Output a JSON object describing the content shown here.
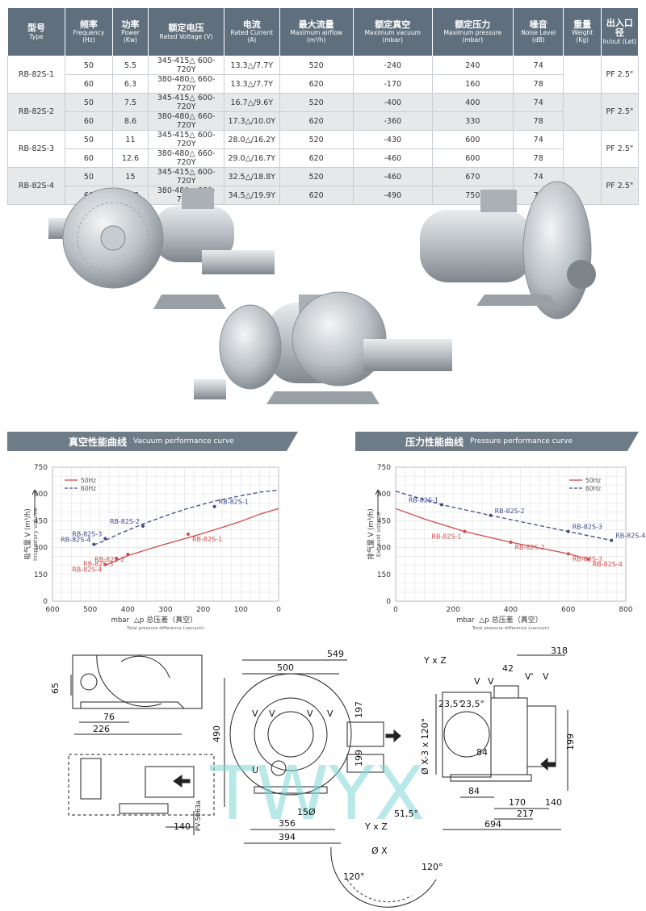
{
  "table": {
    "headers": [
      {
        "zh": "型号",
        "en": "Type"
      },
      {
        "zh": "频率",
        "en": "Frequency (Hz)"
      },
      {
        "zh": "功率",
        "en": "Power (Kw)"
      },
      {
        "zh": "额定电压",
        "en": "Rated Voltage (V)"
      },
      {
        "zh": "电流",
        "en": "Rated Current (A)"
      },
      {
        "zh": "最大流量",
        "en": "Maximum airflow (m³/h)"
      },
      {
        "zh": "额定真空",
        "en": "Maximum vacuum (mbar)"
      },
      {
        "zh": "额定压力",
        "en": "Maximum pressure (mbar)"
      },
      {
        "zh": "噪音",
        "en": "Noise Level (dB)"
      },
      {
        "zh": "重量",
        "en": "Weight (Kg)"
      },
      {
        "zh": "出入口径",
        "en": "In/out (Let)"
      }
    ],
    "models": [
      {
        "type": "RB-82S-1",
        "let": "PF 2.5\"",
        "rows": [
          [
            "50",
            "5.5",
            "345-415△ 600-720Y",
            "13.3△/7.7Y",
            "520",
            "-240",
            "240",
            "74"
          ],
          [
            "60",
            "6.3",
            "380-480△ 660-720Y",
            "13.3△/7.7Y",
            "620",
            "-170",
            "160",
            "78"
          ]
        ]
      },
      {
        "type": "RB-82S-2",
        "let": "PF 2.5\"",
        "rows": [
          [
            "50",
            "7.5",
            "345-415△ 600-720Y",
            "16.7△/9.6Y",
            "520",
            "-400",
            "400",
            "74"
          ],
          [
            "60",
            "8.6",
            "380-480△ 660-720Y",
            "17.3△/10.0Y",
            "620",
            "-360",
            "330",
            "78"
          ]
        ]
      },
      {
        "type": "RB-82S-3",
        "let": "PF 2.5\"",
        "rows": [
          [
            "50",
            "11",
            "345-415△ 600-720Y",
            "28.0△/16.2Y",
            "520",
            "-430",
            "600",
            "74"
          ],
          [
            "60",
            "12.6",
            "380-480△ 660-720Y",
            "29.0△/16.7Y",
            "620",
            "-460",
            "600",
            "78"
          ]
        ]
      },
      {
        "type": "RB-82S-4",
        "let": "PF 2.5\"",
        "rows": [
          [
            "50",
            "15",
            "345-415△ 600-720Y",
            "32.5△/18.8Y",
            "520",
            "-460",
            "670",
            "74"
          ],
          [
            "60",
            "17.3",
            "380-480△ 660-720Y",
            "34.5△/19.9Y",
            "620",
            "-490",
            "750",
            "78"
          ]
        ]
      }
    ]
  },
  "sections": {
    "vacuum": {
      "zh": "真空性能曲线",
      "en": "Vacuum performance curve"
    },
    "pressure": {
      "zh": "压力性能曲线",
      "en": "Pressure performance curve"
    }
  },
  "colors": {
    "red": "#d04a4a",
    "blue": "#3c4a8c",
    "banner": "#6e7c88",
    "header": "#5f6f7d"
  },
  "chart_data": [
    {
      "type": "line",
      "title": "",
      "xlabel_zh": "△p 总压差（真空）",
      "xlabel_unit": "mbar",
      "xlabel_en": "Total pressure difference (vacuum)",
      "ylabel_zh": "吸气量 V (m³/h)",
      "ylabel_en": "Inspiratory volume",
      "xlim": [
        600,
        0
      ],
      "ylim": [
        0,
        750
      ],
      "xticks": [
        600,
        500,
        400,
        300,
        200,
        100,
        0
      ],
      "yticks": [
        0,
        150,
        300,
        450,
        600,
        750
      ],
      "grid": true,
      "legend": "top-left",
      "series": [
        {
          "name": "50Hz",
          "style": "solid",
          "color": "#d04a4a",
          "x": [
            460,
            430,
            400,
            350,
            300,
            240,
            200,
            150,
            100,
            50,
            0
          ],
          "y": [
            200,
            228,
            255,
            288,
            320,
            355,
            380,
            413,
            447,
            487,
            518
          ]
        },
        {
          "name": "60Hz",
          "style": "dashed",
          "color": "#3c4a8c",
          "x": [
            490,
            460,
            420,
            360,
            300,
            240,
            170,
            100,
            50,
            0
          ],
          "y": [
            315,
            340,
            380,
            432,
            478,
            520,
            560,
            590,
            610,
            622
          ]
        }
      ],
      "points": [
        {
          "label": "RB-82S-1",
          "x": 240,
          "y": 375,
          "series": "50Hz"
        },
        {
          "label": "RB-82S-2",
          "x": 400,
          "y": 262,
          "series": "50Hz"
        },
        {
          "label": "RB-82S-3",
          "x": 430,
          "y": 238,
          "series": "50Hz"
        },
        {
          "label": "RB-82S-4",
          "x": 460,
          "y": 205,
          "series": "50Hz"
        },
        {
          "label": "RB-82S-1",
          "x": 170,
          "y": 530,
          "series": "60Hz"
        },
        {
          "label": "RB-82S-2",
          "x": 360,
          "y": 420,
          "series": "60Hz"
        },
        {
          "label": "RB-82S-3",
          "x": 460,
          "y": 350,
          "series": "60Hz"
        },
        {
          "label": "RB-82S-4",
          "x": 490,
          "y": 318,
          "series": "60Hz"
        }
      ]
    },
    {
      "type": "line",
      "title": "",
      "xlabel_zh": "△p 总压差（真空）",
      "xlabel_unit": "mbar",
      "xlabel_en": "Total pressure difference (vacuum)",
      "ylabel_zh": "排气量 V (m³/h)",
      "ylabel_en": "Exhaust volume",
      "xlim": [
        0,
        800
      ],
      "ylim": [
        0,
        750
      ],
      "xticks": [
        0,
        200,
        400,
        600,
        800
      ],
      "yticks": [
        0,
        150,
        300,
        450,
        600,
        750
      ],
      "grid": true,
      "legend": "top-right",
      "series": [
        {
          "name": "50Hz",
          "style": "solid",
          "color": "#d04a4a",
          "x": [
            0,
            100,
            240,
            400,
            600,
            670
          ],
          "y": [
            518,
            460,
            390,
            330,
            265,
            235
          ]
        },
        {
          "name": "60Hz",
          "style": "dashed",
          "color": "#3c4a8c",
          "x": [
            0,
            160,
            330,
            600,
            750
          ],
          "y": [
            615,
            540,
            480,
            390,
            340
          ]
        }
      ],
      "points": [
        {
          "label": "RB-82S-1",
          "x": 240,
          "y": 390,
          "series": "50Hz"
        },
        {
          "label": "RB-82S-2",
          "x": 400,
          "y": 330,
          "series": "50Hz"
        },
        {
          "label": "RB-82S-3",
          "x": 600,
          "y": 265,
          "series": "50Hz"
        },
        {
          "label": "RB-82S-4",
          "x": 670,
          "y": 235,
          "series": "50Hz"
        },
        {
          "label": "RB-82S-1",
          "x": 160,
          "y": 540,
          "series": "60Hz"
        },
        {
          "label": "RB-82S-2",
          "x": 330,
          "y": 480,
          "series": "60Hz"
        },
        {
          "label": "RB-82S-3",
          "x": 600,
          "y": 390,
          "series": "60Hz"
        },
        {
          "label": "RB-82S-4",
          "x": 750,
          "y": 340,
          "series": "60Hz"
        }
      ]
    }
  ],
  "drawing": {
    "watermark": "TWYX",
    "dims_left": [
      "65",
      "76",
      "226",
      "140",
      "PV-5063a"
    ],
    "dims_mid": [
      "549",
      "500",
      "490",
      "197",
      "199",
      "U",
      "15Ø",
      "356",
      "394",
      "V",
      "V",
      "V",
      "V",
      "51,5°",
      "Y x Z",
      "Ø X",
      "120°",
      "120°"
    ],
    "dims_right": [
      "Y x Z",
      "318",
      "42",
      "V",
      "V",
      "V'",
      "V",
      "23,5°",
      "23,5°",
      "84",
      "Ø X-3 x 120°",
      "199",
      "84",
      "170",
      "140",
      "217",
      "694"
    ]
  }
}
